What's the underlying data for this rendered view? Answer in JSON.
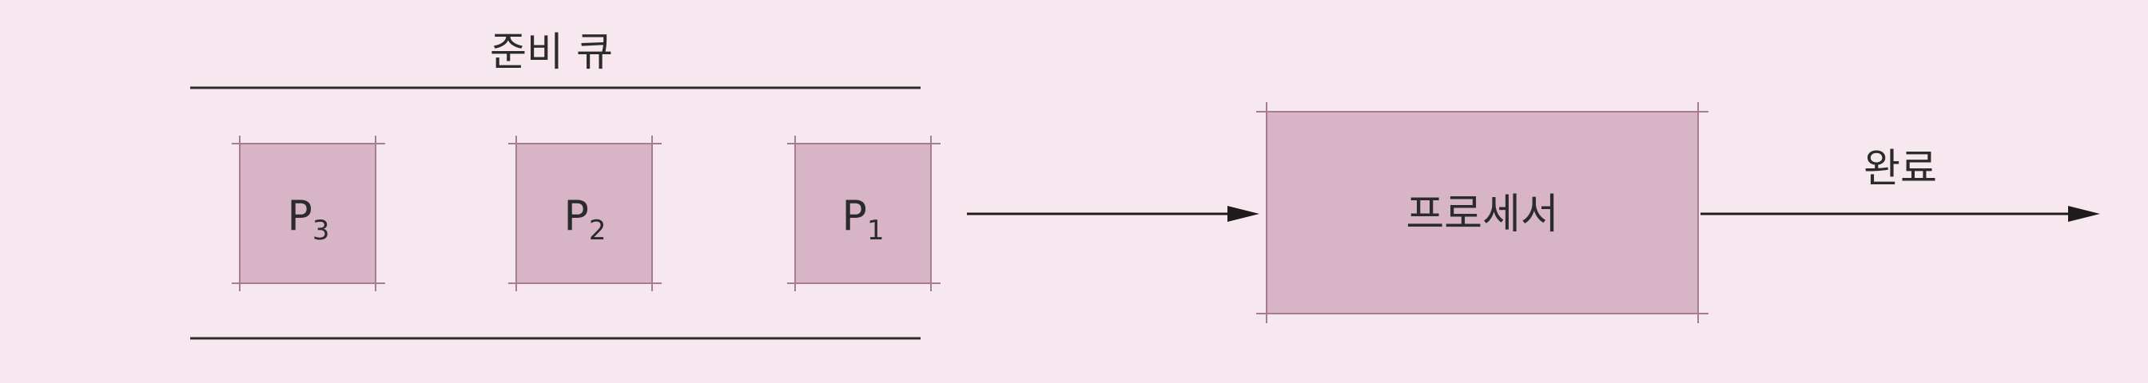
{
  "queue_label": "준비 큐",
  "processes": [
    {
      "name": "P",
      "subscript": "3"
    },
    {
      "name": "P",
      "subscript": "2"
    },
    {
      "name": "P",
      "subscript": "1"
    }
  ],
  "processor_label": "프로세서",
  "done_label": "완료",
  "colors": {
    "background": "#f7e8ef",
    "box_fill": "#d7b5c7",
    "box_edge": "#a77c8f",
    "line": "#2f2a2c"
  }
}
